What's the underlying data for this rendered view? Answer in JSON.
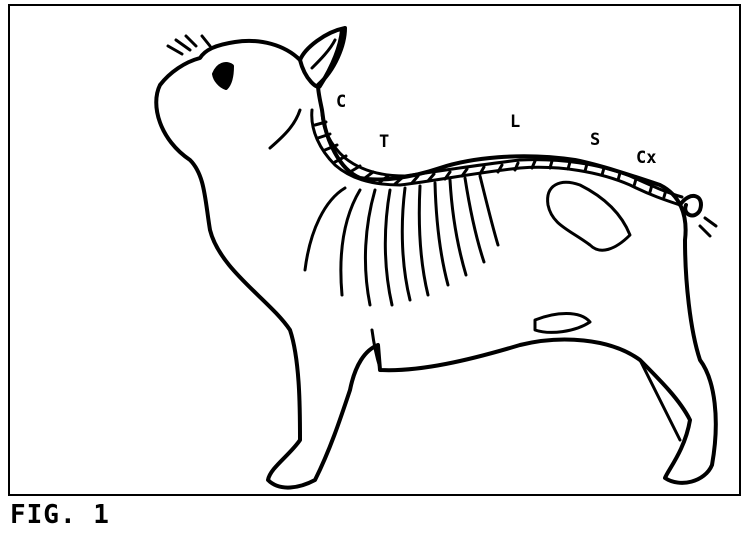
{
  "figure_label": "FIG. 1",
  "regions": {
    "cervical": "C",
    "thoracic": "T",
    "lumbar": "L",
    "sacral": "S",
    "coccygeal": "Cx"
  },
  "colors": {
    "ink": "#000000",
    "paper": "#ffffff"
  }
}
